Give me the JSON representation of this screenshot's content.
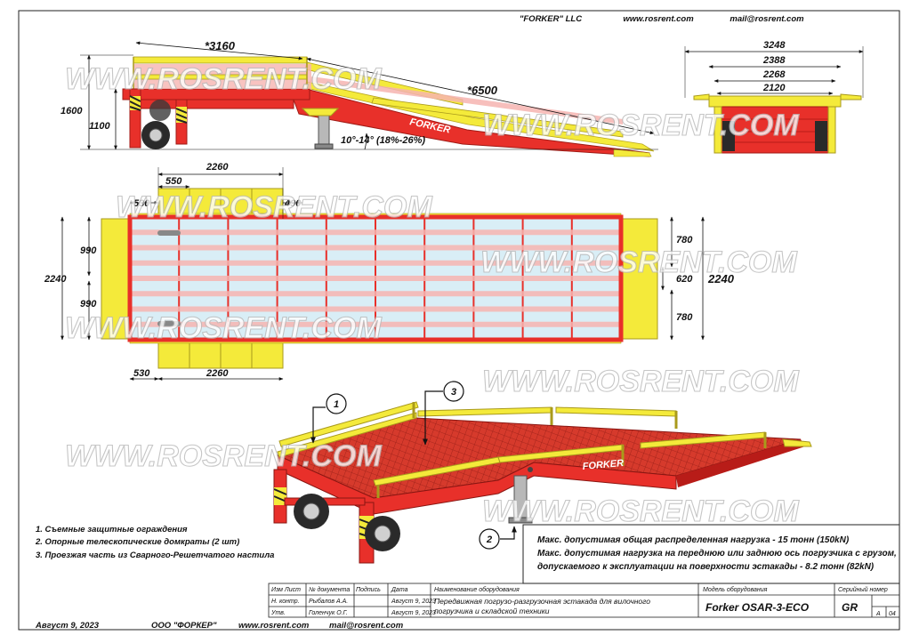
{
  "header": {
    "company": "\"FORKER\" LLC",
    "website": "www.rosrent.com",
    "email": "mail@rosrent.com"
  },
  "watermark": "WWW.ROSRENT.COM",
  "brand": "FORKER",
  "side_view": {
    "dim_platform": "*3160",
    "dim_ramp": "*6500",
    "dim_height_total": "1600",
    "dim_height_deck": "1100",
    "angle": "10°-14° (18%-26%)"
  },
  "end_view": {
    "dim_1": "3248",
    "dim_2": "2388",
    "dim_3": "2268",
    "dim_4": "2120"
  },
  "top_view": {
    "dim_top_2260": "2260",
    "dim_550": "550",
    "dim_top_530": "530",
    "dim_490": "490",
    "dim_left_990_a": "990",
    "dim_left_2240": "2240",
    "dim_left_990_b": "990",
    "dim_right_780_a": "780",
    "dim_right_620": "620",
    "dim_right_780_b": "780",
    "dim_right_2240": "2240",
    "dim_bottom_530": "530",
    "dim_bottom_2260": "2260"
  },
  "callouts": [
    "1",
    "2",
    "3"
  ],
  "notes": [
    "1. Съемные защитные ограждения",
    "2. Опорные телескопические домкраты (2 шт)",
    "3. Проезжая часть из Сварного-Решетчатого настила"
  ],
  "specs": [
    "Макс. допустимая общая распределенная нагрузка - 15 тонн (150kN)",
    "Макс. допустимая нагрузка на переднюю или заднюю ось погрузчика с грузом,",
    "допускаемого к эксплуатации на поверхности эстакады - 8.2 тонн (82kN)"
  ],
  "title_block": {
    "col_izm": "Изм Лист",
    "col_doc": "№ документа",
    "col_sign": "Подпись",
    "col_date": "Дата",
    "col_name": "Наименование оборудования",
    "col_model": "Модель оборудования",
    "col_serial": "Серийный номер",
    "row1_role": "Н. контр.",
    "row1_person": "Рыбалов А.А.",
    "row1_date": "Август 9, 2023",
    "row2_role": "Утв.",
    "row2_person": "Голенчук О.Г.",
    "row2_date": "Август 9, 2023",
    "equipment_name_1": "Передвижная погрузо-разгрузочная эстакада для вилочного",
    "equipment_name_2": "погрузчика и складской техники",
    "model": "Forker OSAR-3-ECO",
    "serial": "GR",
    "sheet_a": "A",
    "sheet_b": "04"
  },
  "footer": {
    "date": "Август 9, 2023",
    "company": "ООО \"ФОРКЕР\"",
    "website": "www.rosrent.com",
    "email": "mail@rosrent.com"
  },
  "colors": {
    "red": "#e8302a",
    "yellow": "#f4ea3a",
    "dark_red": "#b81c18",
    "deck_light": "#f6b4b0",
    "deck_blue": "#d9eef6"
  }
}
